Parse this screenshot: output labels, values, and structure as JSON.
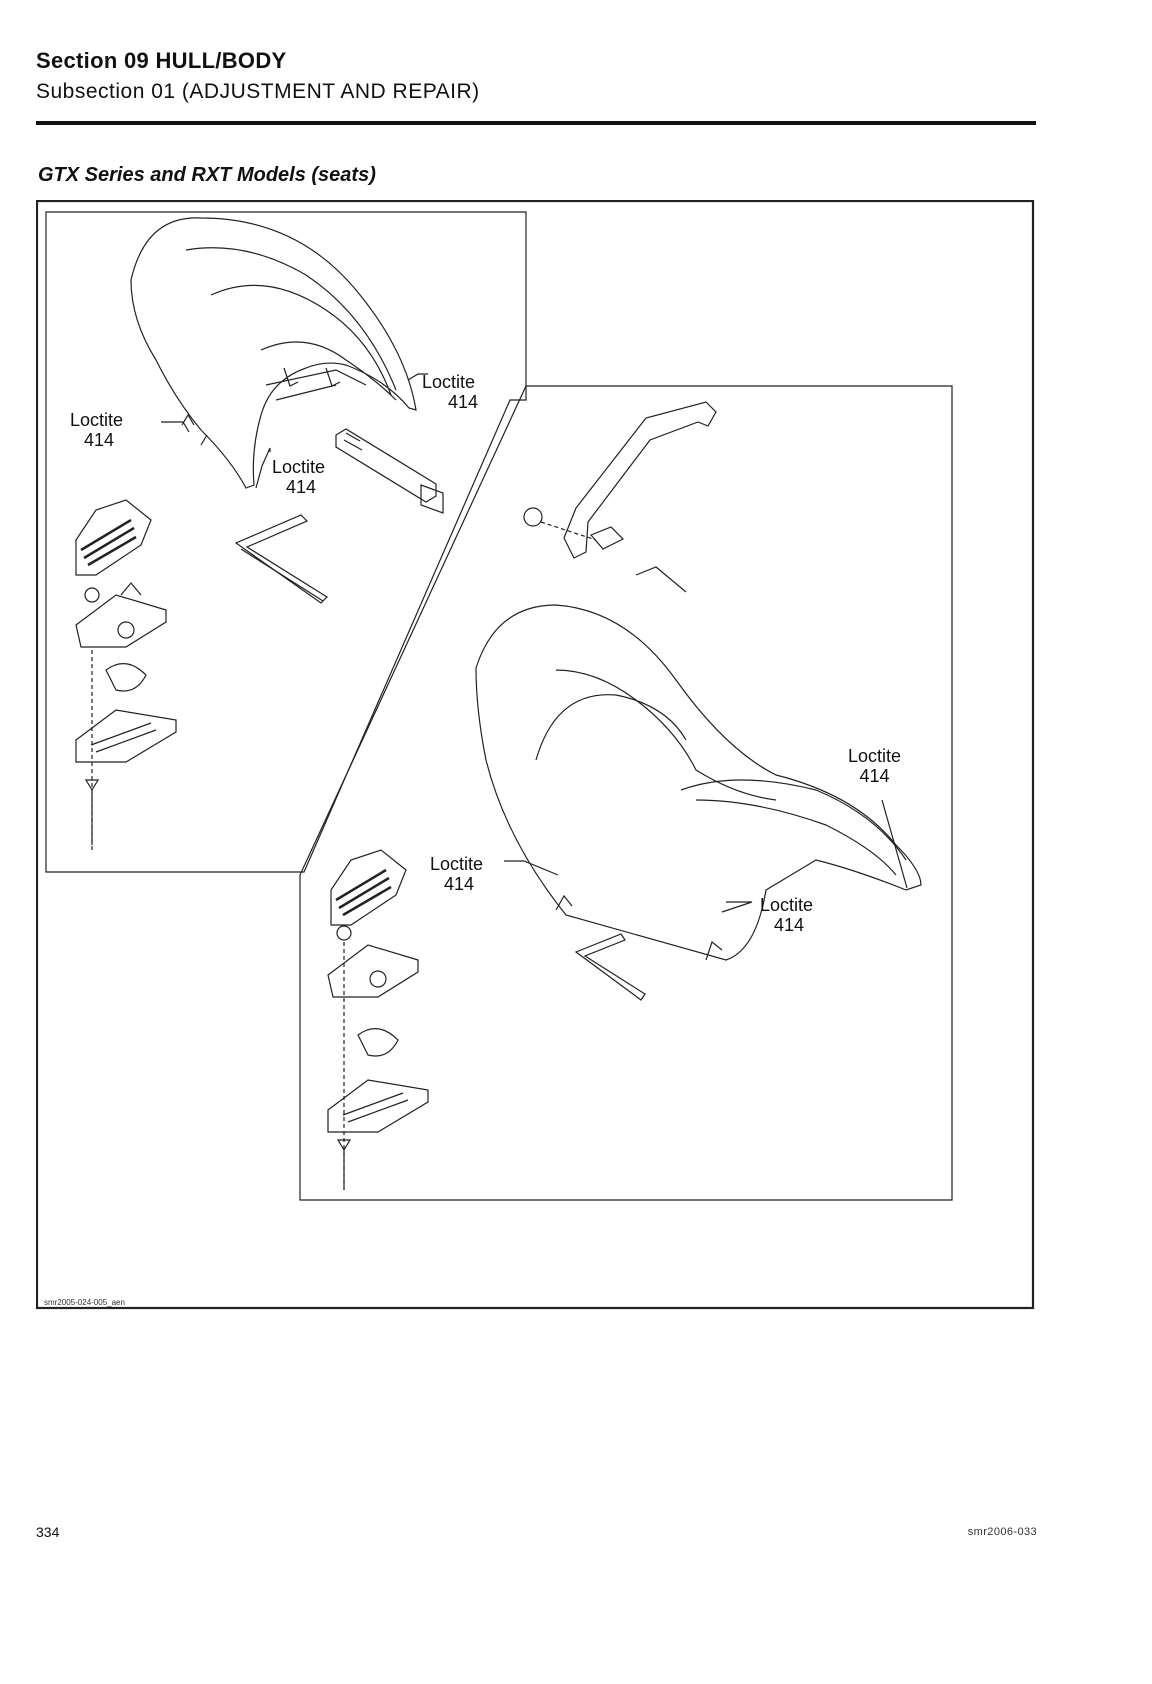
{
  "header": {
    "section": "Section 09 HULL/BODY",
    "subsection": "Subsection 01 (ADJUSTMENT AND REPAIR)"
  },
  "figure": {
    "title": "GTX Series and RXT Models (seats)",
    "code": "smr2005-024-005_aen",
    "callouts": [
      {
        "word": "Loctite",
        "num": "414"
      },
      {
        "word": "Loctite",
        "num": "414"
      },
      {
        "word": "Loctite",
        "num": "414"
      },
      {
        "word": "Loctite",
        "num": "414"
      },
      {
        "word": "Loctite",
        "num": "414"
      },
      {
        "word": "Loctite",
        "num": "414"
      }
    ]
  },
  "footer": {
    "page_number": "334",
    "doc_code": "smr2006-033"
  }
}
